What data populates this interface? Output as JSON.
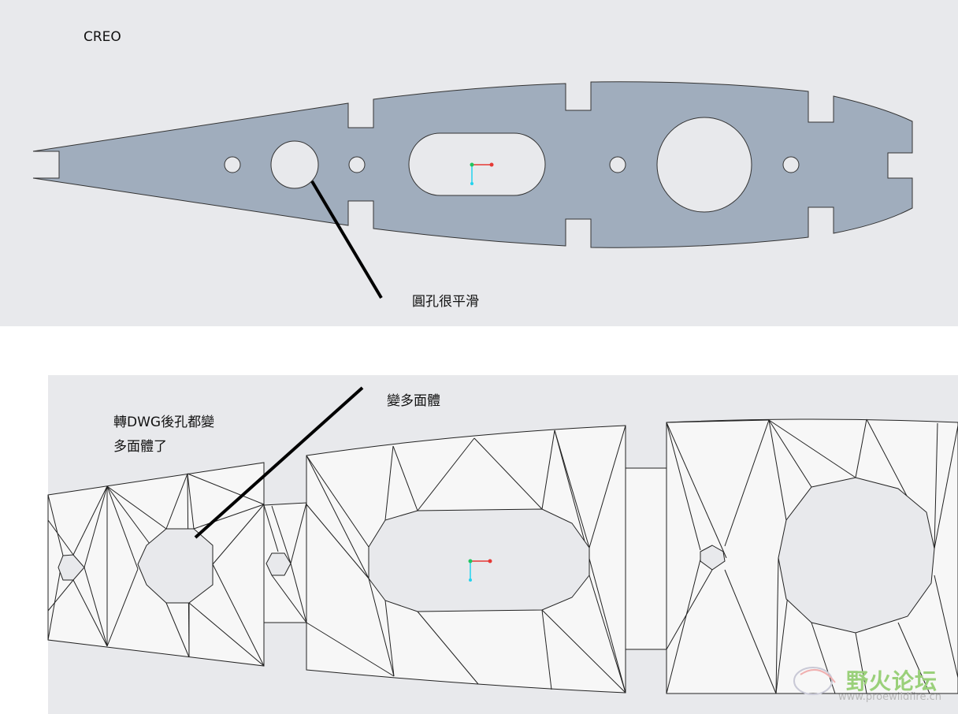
{
  "top_view": {
    "software_label": "CREO",
    "callout": "圓孔很平滑"
  },
  "bottom_view": {
    "callout_line1": "轉DWG後孔都變",
    "callout_line2": "多面體了",
    "callout_polygon": "變多面體"
  },
  "watermark": {
    "name": "野火论坛",
    "url": "www.proewildfire.cn"
  },
  "colors": {
    "panel_bg": "#e8e9ec",
    "part_fill": "#a0adbd",
    "mesh_fill": "#f7f7f7",
    "axis_x": "#e53935",
    "axis_y": "#22c55e",
    "axis_z": "#22d3ee"
  }
}
